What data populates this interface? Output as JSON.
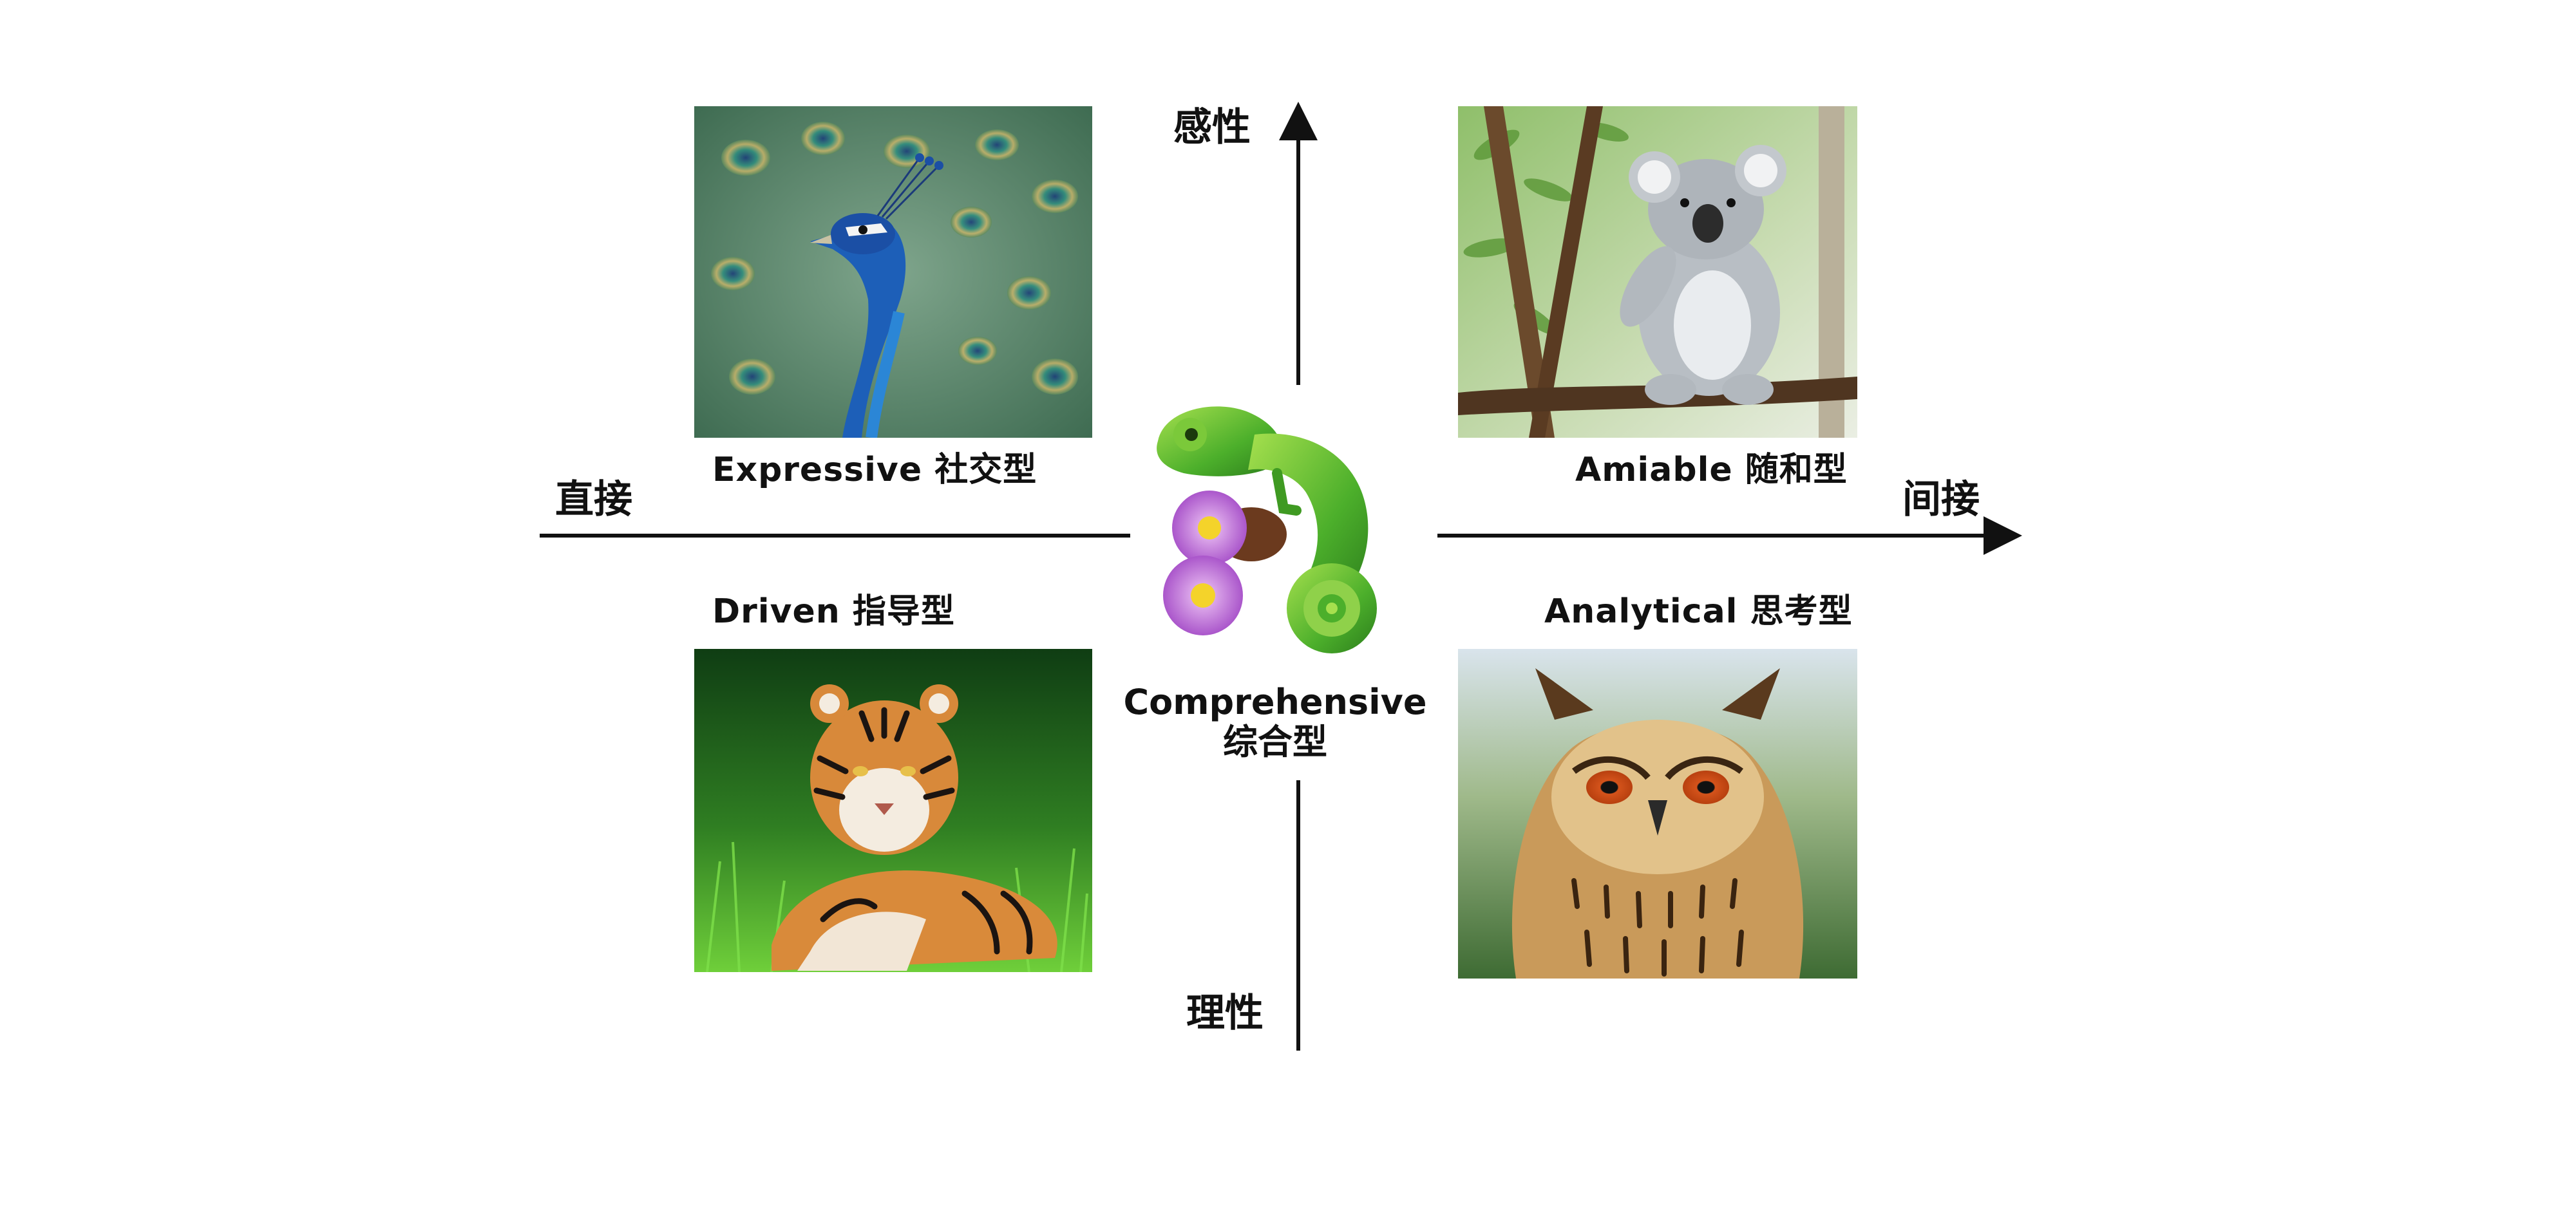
{
  "axes": {
    "top": "感性",
    "bottom": "理性",
    "left": "直接",
    "right": "间接"
  },
  "quadrants": {
    "top_left": {
      "label": "Expressive 社交型",
      "animal_icon": "peacock"
    },
    "top_right": {
      "label": "Amiable 随和型",
      "animal_icon": "koala"
    },
    "bottom_left": {
      "label": "Driven 指导型",
      "animal_icon": "tiger"
    },
    "bottom_right": {
      "label": "Analytical 思考型",
      "animal_icon": "owl"
    }
  },
  "center": {
    "label_en": "Comprehensive",
    "label_cn": "综合型",
    "animal_icon": "chameleon"
  },
  "colors": {
    "axis": "#111111",
    "text": "#111111",
    "background": "#ffffff"
  }
}
